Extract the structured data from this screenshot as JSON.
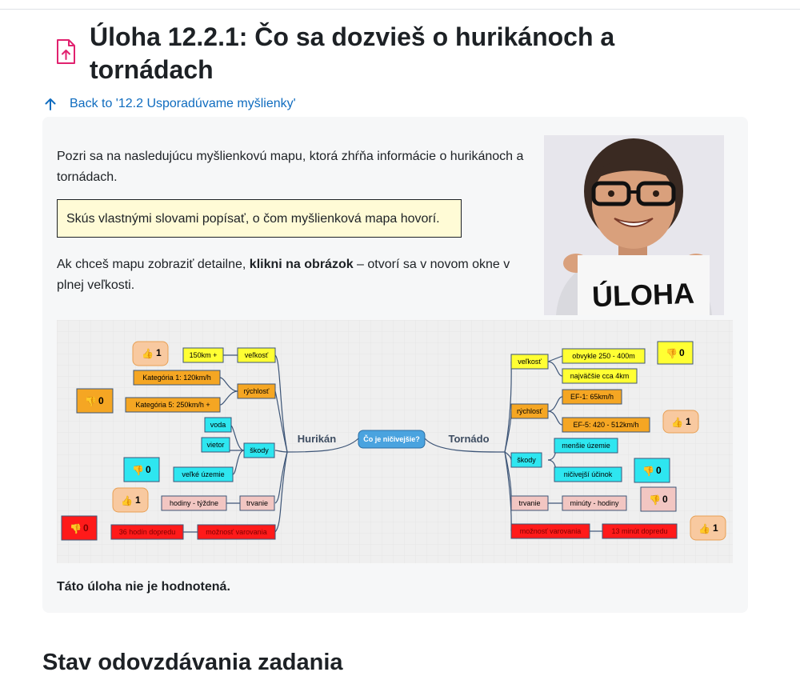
{
  "page": {
    "title": "Úloha 12.2.1: Čo sa dozvieš o hurikánoch a tornádach",
    "back_link": "Back to '12.2 Usporadúvame myšlienky'",
    "intro": "Pozri sa na nasledujúcu myšlienkovú mapu, ktorá zhŕňa informácie o hurikánoch a tornádach.",
    "task_box": "Skús vlastnými slovami popísať, o čom myšlienková mapa hovorí.",
    "detail_before": "Ak chceš mapu zobraziť detailne, ",
    "detail_bold": "klikni na obrázok",
    "detail_after": " – otvorí sa v novom okne v plnej veľkosti.",
    "photo_sign": "ÚLOHA",
    "not_graded": "Táto úloha nie je hodnotená.",
    "section_heading": "Stav odovzdávania zadania"
  },
  "mindmap": {
    "center": "Čo je ničivejšie?",
    "left_branch": "Hurikán",
    "right_branch": "Tornádo",
    "left": {
      "velkost": "veľkosť",
      "velkost_value": "150km +",
      "velkost_rating": "1",
      "rychlost": "rýchlosť",
      "rychlost_kat1": "Kategória 1: 120km/h",
      "rychlost_kat5": "Kategória 5: 250km/h +",
      "rychlost_rating": "0",
      "skody": "škody",
      "skody_voda": "voda",
      "skody_vietor": "vietor",
      "skody_uzemie": "veľké územie",
      "skody_rating": "0",
      "trvanie": "trvanie",
      "trvanie_value": "hodiny - týždne",
      "trvanie_rating": "1",
      "varovanie": "možnosť varovania",
      "varovanie_value": "36 hodín dopredu",
      "varovanie_rating": "0"
    },
    "right": {
      "velkost": "veľkosť",
      "velkost_value1": "obvykle 250 - 400m",
      "velkost_value2": "najväčšie cca 4km",
      "velkost_rating": "0",
      "rychlost": "rýchlosť",
      "rychlost_ef1": "EF-1: 65km/h",
      "rychlost_ef5": "EF-5: 420 - 512km/h",
      "rychlost_rating": "1",
      "skody": "škody",
      "skody_uzemie": "menšie územie",
      "skody_ucinok": "ničivejší účinok",
      "skody_rating": "0",
      "trvanie": "trvanie",
      "trvanie_value": "minúty - hodiny",
      "trvanie_rating": "0",
      "varovanie": "možnosť varovania",
      "varovanie_value": "13 minút dopredu",
      "varovanie_rating": "1"
    }
  },
  "colors": {
    "link": "#0f6cbf",
    "yellow_node": "#ffff33",
    "orange_node": "#f5a623",
    "cyan_node": "#2ee6f0",
    "pink_node": "#f2c6c2",
    "red_node": "#ff1a1a",
    "center_node": "#4aa3df"
  }
}
